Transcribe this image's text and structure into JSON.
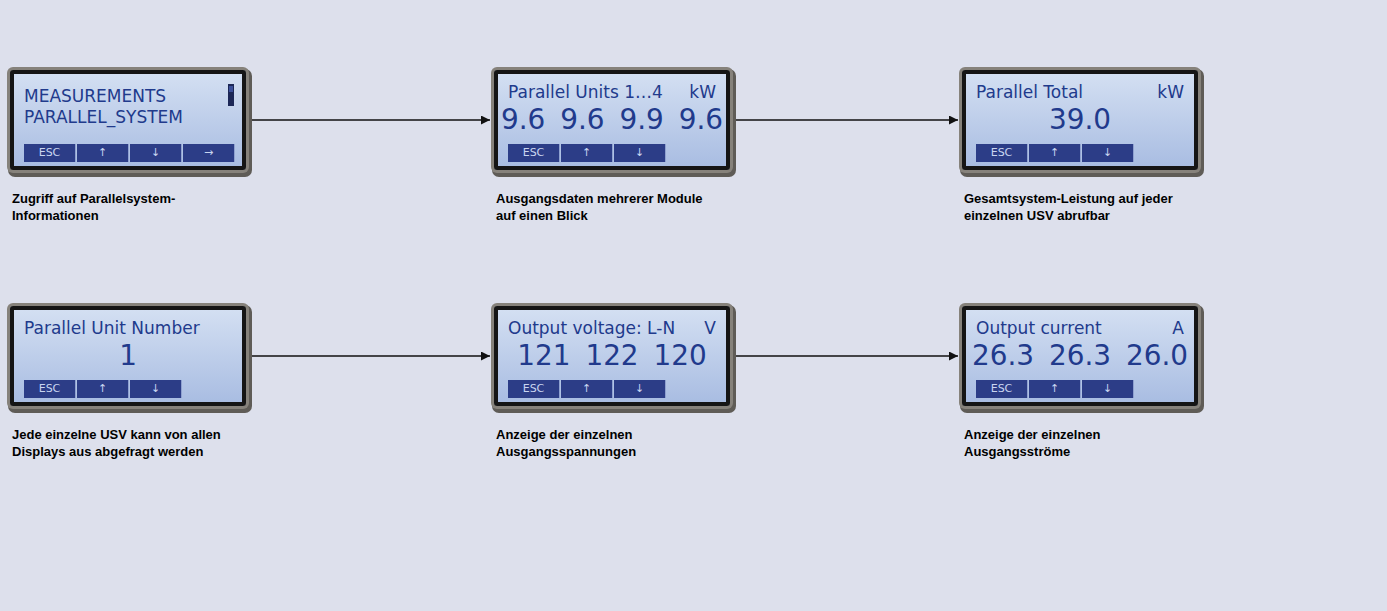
{
  "diagram": {
    "nodes": [
      {
        "text": [
          "MEASUREMENTS PARALLEL_SYSTEM",
          "Zugriff auf Parallelsystem-Informationen"
        ]
      },
      {
        "text": [
          "ESC"
        ],
        "in": 0
      },
      {
        "text": [
          "↑"
        ],
        "in": 0
      },
      {
        "text": [
          "↓"
        ],
        "in": 0
      },
      {
        "text": [
          "→"
        ],
        "in": 0
      },
      {
        "text": [
          "Parallel Units 1…4",
          "kW",
          "9.6 9.6 9.9 9.6",
          "Ausgangsdaten mehrerer Module auf einen Blick"
        ]
      },
      {
        "text": [
          "ESC"
        ],
        "in": 5
      },
      {
        "text": [
          "↑"
        ],
        "in": 5
      },
      {
        "text": [
          "↓"
        ],
        "in": 5
      },
      {
        "text": [
          "Parallel Total",
          "kW",
          "39.0",
          "Gesamtsystem-Leistung auf jeder einzelnen USV abrufbar"
        ]
      },
      {
        "text": [
          "ESC"
        ],
        "in": 9
      },
      {
        "text": [
          "↑"
        ],
        "in": 9
      },
      {
        "text": [
          "↓"
        ],
        "in": 9
      },
      {
        "text": [
          "Parallel Unit Number",
          "1",
          "Jede einzelne USV kann von allen Displays aus abgefragt werden"
        ]
      },
      {
        "text": [
          "ESC"
        ],
        "in": 13
      },
      {
        "text": [
          "↑"
        ],
        "in": 13
      },
      {
        "text": [
          "↓"
        ],
        "in": 13
      },
      {
        "text": [
          "Output voltage: L-N",
          "V",
          "121 122 120",
          "Anzeige der einzelnen Ausgangsspannungen"
        ]
      },
      {
        "text": [
          "ESC"
        ],
        "in": 17
      },
      {
        "text": [
          "↑"
        ],
        "in": 17
      },
      {
        "text": [
          "↓"
        ],
        "in": 17
      },
      {
        "text": [
          "Output current",
          "A",
          "26.3 26.3 26.0",
          "Anzeige der einzelnen Ausgangsströme"
        ]
      },
      {
        "text": [
          "ESC"
        ],
        "in": 21
      },
      {
        "text": [
          "↑"
        ],
        "in": 21
      },
      {
        "text": [
          "↓"
        ],
        "in": 21
      }
    ],
    "edges": [
      {
        "from": 0,
        "to": 5,
        "arrow": "to"
      },
      {
        "from": 5,
        "to": 9,
        "arrow": "to"
      },
      {
        "from": 13,
        "to": 17,
        "arrow": "to"
      },
      {
        "from": 17,
        "to": 21,
        "arrow": "to"
      }
    ]
  }
}
